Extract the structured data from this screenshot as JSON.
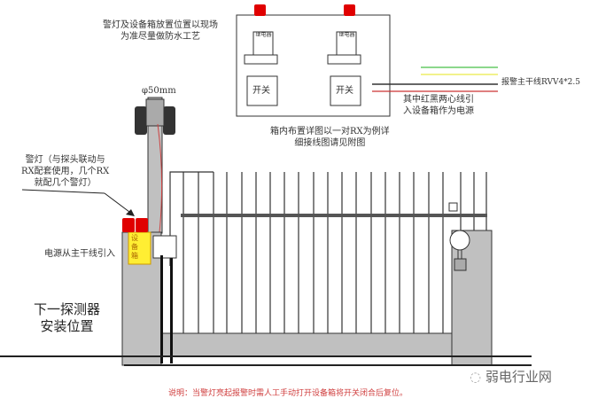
{
  "notes": {
    "top_left": [
      "警灯及设备箱放置位置以现场",
      "为准尽量做防水工艺"
    ],
    "pole_size": "φ50mm",
    "box_caption": [
      "箱内布置详图以一对RX为例详",
      "细接线图请见附图"
    ],
    "main_line": "报警主干线RVV4*2.5",
    "power_wires": [
      "其中红黑两心线引",
      "入设备箱作为电源"
    ],
    "warning_light": [
      "警灯（与探头联动与",
      "RX配套使用，几个RX",
      "就配几个警灯）"
    ],
    "power_from": "电源从主干线引入",
    "next_detector": [
      "下一探测器",
      "安装位置"
    ],
    "footer": "说明：当警灯亮起报警时需人工手动打开设备箱将开关闭合后复位。",
    "watermark": "弱电行业网"
  },
  "box": {
    "relay_label": "继电器",
    "switch_label": "开关",
    "equipment_box": "设备箱"
  },
  "colors": {
    "alarm_red": "#e00000",
    "box_yellow": "#ffee33",
    "pillar_gray": "#c0c0c0",
    "note_red": "#d04040"
  }
}
